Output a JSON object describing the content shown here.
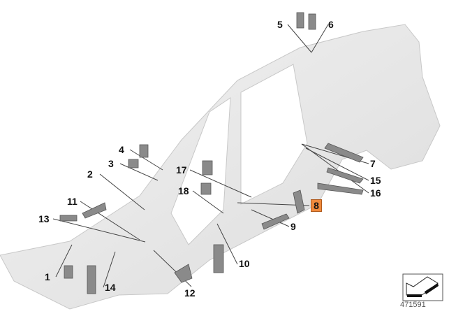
{
  "diagram": {
    "type": "parts-diagram",
    "highlight_color": "#f08a3c",
    "callouts": [
      "1",
      "2",
      "3",
      "4",
      "5",
      "6",
      "7",
      "8",
      "9",
      "10",
      "11",
      "12",
      "13",
      "14",
      "15",
      "16",
      "17",
      "18"
    ],
    "highlighted_callout": "8",
    "reference_number": "471591",
    "orientation_icon": "arrow-direction-icon"
  }
}
